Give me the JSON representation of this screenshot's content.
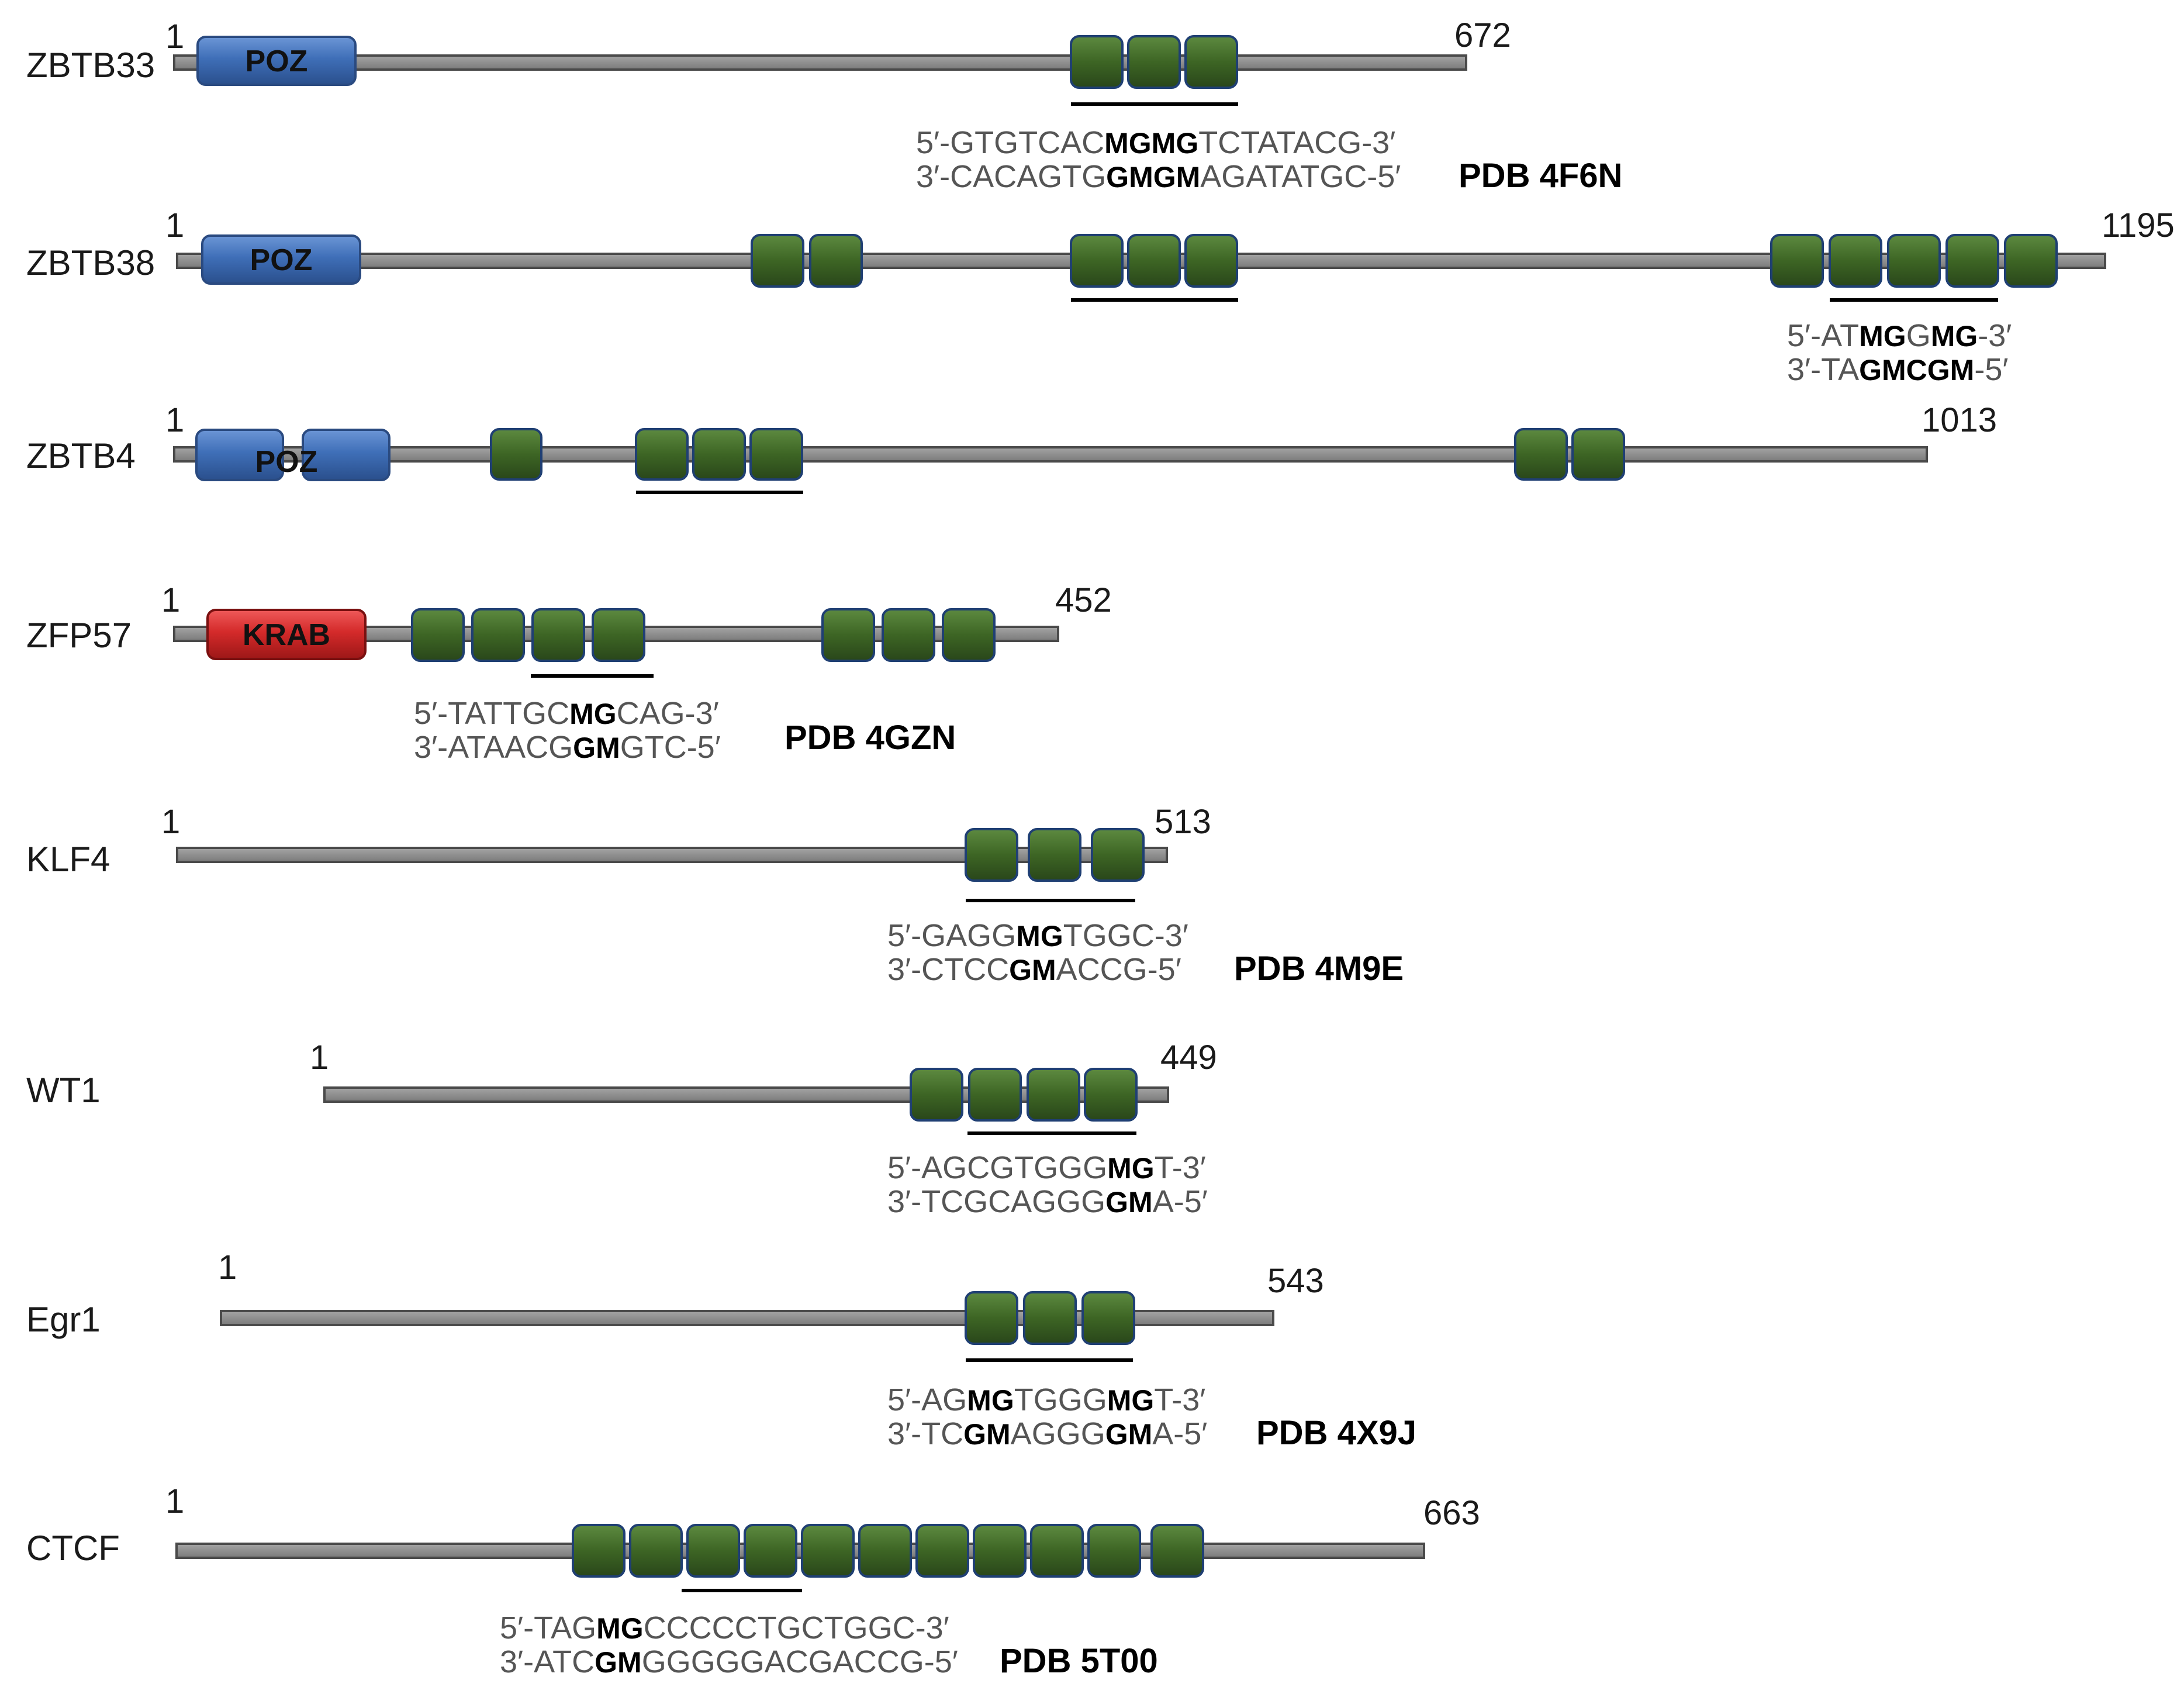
{
  "proteins": [
    {
      "name": "ZBTB33",
      "start": "1",
      "end": "672",
      "domains": [
        {
          "type": "POZ",
          "label": "POZ"
        }
      ],
      "zinc_finger_groups": [
        3
      ],
      "seq_top": [
        [
          "5′-GTGTCAC",
          false
        ],
        [
          "MGMG",
          true
        ],
        [
          "TCTATACG-3′",
          false
        ]
      ],
      "seq_bottom": [
        [
          "3′-CACAGTG",
          false
        ],
        [
          "GMGM",
          true
        ],
        [
          "AGATATGC-5′",
          false
        ]
      ],
      "pdb": "PDB 4F6N"
    },
    {
      "name": "ZBTB38",
      "start": "1",
      "end": "1195",
      "domains": [
        {
          "type": "POZ",
          "label": "POZ"
        }
      ],
      "zinc_finger_groups": [
        2,
        3,
        5
      ],
      "seq_top": [
        [
          "5′-AT",
          false
        ],
        [
          "MG",
          true
        ],
        [
          "G",
          false
        ],
        [
          "MG",
          true
        ],
        [
          "-3′",
          false
        ]
      ],
      "seq_bottom": [
        [
          "3′-TA",
          false
        ],
        [
          "GMCGM",
          true
        ],
        [
          "-5′",
          false
        ]
      ],
      "pdb": ""
    },
    {
      "name": "ZBTB4",
      "start": "1",
      "end": "1013",
      "domains": [
        {
          "type": "POZ",
          "label": "POZ"
        }
      ],
      "zinc_finger_groups": [
        1,
        3,
        2
      ],
      "seq_top": [],
      "seq_bottom": [],
      "pdb": ""
    },
    {
      "name": "ZFP57",
      "start": "1",
      "end": "452",
      "domains": [
        {
          "type": "KRAB",
          "label": "KRAB"
        }
      ],
      "zinc_finger_groups": [
        4,
        3
      ],
      "seq_top": [
        [
          "5′-TATTGC",
          false
        ],
        [
          "MG",
          true
        ],
        [
          "CAG-3′",
          false
        ]
      ],
      "seq_bottom": [
        [
          "3′-ATAACG",
          false
        ],
        [
          "GM",
          true
        ],
        [
          "GTC-5′",
          false
        ]
      ],
      "pdb": "PDB 4GZN"
    },
    {
      "name": "KLF4",
      "start": "1",
      "end": "513",
      "domains": [],
      "zinc_finger_groups": [
        3
      ],
      "seq_top": [
        [
          "5′-GAGG",
          false
        ],
        [
          "MG",
          true
        ],
        [
          "TGGC-3′",
          false
        ]
      ],
      "seq_bottom": [
        [
          "3′-CTCC",
          false
        ],
        [
          "GM",
          true
        ],
        [
          "ACCG-5′",
          false
        ]
      ],
      "pdb": "PDB 4M9E"
    },
    {
      "name": "WT1",
      "start": "1",
      "end": "449",
      "domains": [],
      "zinc_finger_groups": [
        4
      ],
      "seq_top": [
        [
          "5′-AGCGTGGG",
          false
        ],
        [
          "MG",
          true
        ],
        [
          "T-3′",
          false
        ]
      ],
      "seq_bottom": [
        [
          "3′-TCGCAGGG",
          false
        ],
        [
          "GM",
          true
        ],
        [
          "A-5′",
          false
        ]
      ],
      "pdb": ""
    },
    {
      "name": "Egr1",
      "start": "1",
      "end": "543",
      "domains": [],
      "zinc_finger_groups": [
        3
      ],
      "seq_top": [
        [
          "5′-AG",
          false
        ],
        [
          "MG",
          true
        ],
        [
          "TGGG",
          false
        ],
        [
          "MG",
          true
        ],
        [
          "T-3′",
          false
        ]
      ],
      "seq_bottom": [
        [
          "3′-TC",
          false
        ],
        [
          "GM",
          true
        ],
        [
          "AGGG",
          false
        ],
        [
          "GM",
          true
        ],
        [
          "A-5′",
          false
        ]
      ],
      "pdb": "PDB 4X9J"
    },
    {
      "name": "CTCF",
      "start": "1",
      "end": "663",
      "domains": [],
      "zinc_finger_groups": [
        11
      ],
      "seq_top": [
        [
          "5′-TAG",
          false
        ],
        [
          "MG",
          true
        ],
        [
          "CCCCCTGCTGGC-3′",
          false
        ]
      ],
      "seq_bottom": [
        [
          "3′-ATC",
          false
        ],
        [
          "GM",
          true
        ],
        [
          "GGGGGACGACCG-5′",
          false
        ]
      ],
      "pdb": "PDB 5T00"
    }
  ],
  "colors": {
    "backbone": "#8a8a8a",
    "poz": "#3f6fb8",
    "krab": "#d42a2a",
    "zinc_finger": "#3f6a25"
  }
}
